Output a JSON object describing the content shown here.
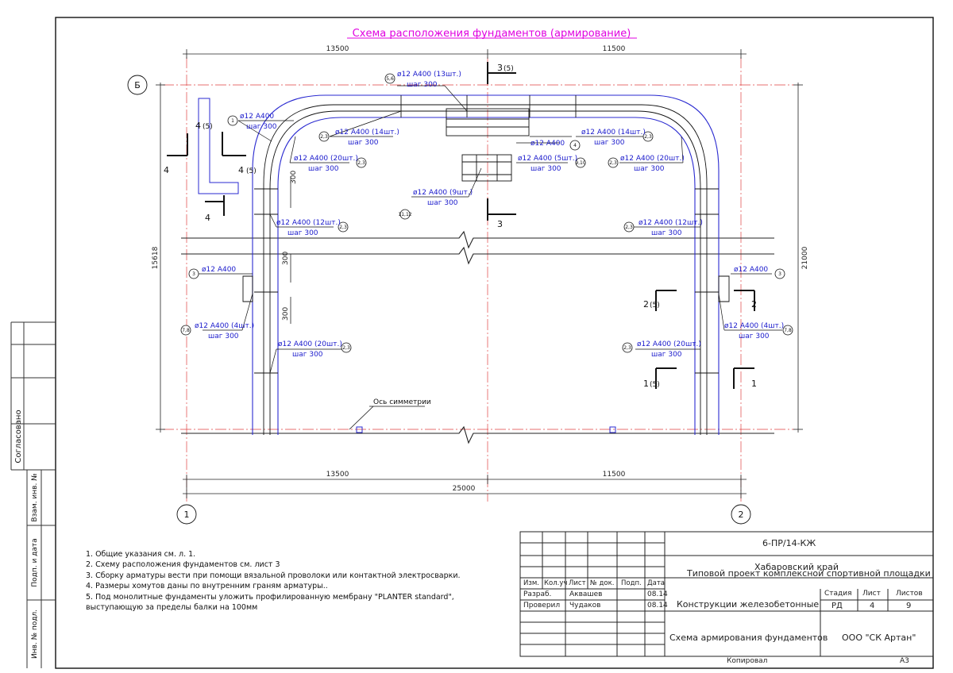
{
  "drawing": {
    "title": "Схема расположения фундаментов (армирование)",
    "axes": {
      "b": "Б",
      "one": "1",
      "two": "2"
    },
    "dims": {
      "top_left": "13500",
      "top_right": "11500",
      "bottom_left": "13500",
      "bottom_right": "11500",
      "total": "25000",
      "left_height": "15618",
      "right_height": "21000",
      "d300a": "300",
      "d300b": "300",
      "d300c": "300"
    },
    "sections": {
      "s3_top": "3",
      "s3_top_ref": "(5)",
      "s3_mid": "3",
      "s4_top": "4",
      "s4_top_ref": "(5)",
      "s4_left": "4",
      "s4_right": "4",
      "s4_right_ref": "(5)",
      "s4_bottom": "4",
      "s2_left": "2",
      "s2_left_ref": "(5)",
      "s2_right": "2",
      "s1_left": "1",
      "s1_left_ref": "(5)",
      "s1_right": "1"
    },
    "labels": {
      "l1": "ø12 А400",
      "l1s": "шаг 300",
      "l1m": "1",
      "l2": "ø12 А400 (14шт.)",
      "l2s": "шаг 300",
      "l2m": "2,3",
      "l3": "ø12 А400 (20шт.)",
      "l3s": "шаг 300",
      "l3m": "2,3",
      "l4": "ø12 А400 (13шт.)",
      "l4s": "шаг 300",
      "l4m": "5,6",
      "l5": "ø12 А400 (14шт.)",
      "l5s": "шаг 300",
      "l5m": "2,3",
      "l6": "ø12 А400",
      "l6m": "4",
      "l7": "ø12 А400 (5шт.)",
      "l7s": "шаг 300",
      "l7m": "9,10",
      "l8": "ø12 А400 (20шт.)",
      "l8s": "шаг 300",
      "l8m": "2,3",
      "l9": "ø12 А400 (9шт.)",
      "l9s": "шаг 300",
      "l10m": "11,12",
      "l11": "ø12 А400 (12шт.)",
      "l11s": "шаг 300",
      "l11m": "2,3",
      "l12": "ø12 А400 (12шт.)",
      "l12s": "шаг 300",
      "l12m": "2,3",
      "l13": "ø12 А400",
      "l13m": "3",
      "l14": "ø12 А400",
      "l14m": "3",
      "l15": "ø12 А400 (4шт.)",
      "l15s": "шаг 300",
      "l15m": "7,8",
      "l16": "ø12 А400 (4шт.)",
      "l16s": "шаг 300",
      "l16m": "7,8",
      "l17": "ø12 А400 (20шт.)",
      "l17s": "шаг 300",
      "l17m": "2,3",
      "l18": "ø12 А400 (20шт.)",
      "l18s": "шаг 300",
      "l18m": "2,3",
      "sym": "Ось симметрии"
    }
  },
  "notes": [
    "1. Общие указания см. л. 1.",
    "2. Схему расположения фундаментов  см. лист 3",
    "3. Сборку арматуры вести при помощи вязальной проволоки или контактной электросварки.",
    "4. Размеры хомутов даны по внутренним граням арматуры..",
    "5. Под монолитные фундаменты уложить профилированную мембрану \"PLANTER standard\",",
    "    выступающую за пределы балки на 100мм"
  ],
  "sidebar": {
    "agreed": "Согласовано",
    "vzam": "Взам. инв. №",
    "podp": "Подп. и дата",
    "inv": "Инв. № подл."
  },
  "stamp": {
    "code": "6-ПР/14-КЖ",
    "project_line1": "Хабаровский край",
    "project_line2": "Типовой проект комплексной спортивной площадки",
    "hdr": {
      "izm": "Изм.",
      "kol": "Кол.уч",
      "list": "Лист",
      "ndok": "№ док.",
      "podp": "Подп.",
      "data": "Дата"
    },
    "row1": {
      "role": "Разраб.",
      "name": "Аквашев",
      "date": "08.14"
    },
    "row2": {
      "role": "Проверил",
      "name": "Чудаков",
      "date": "08.14"
    },
    "section_title": "Конструкции железобетонные",
    "stage_hdr": "Стадия",
    "sheet_hdr": "Лист",
    "sheets_hdr": "Листов",
    "stage": "РД",
    "sheet": "4",
    "sheets": "9",
    "drawing_title": "Схема армирования фундаментов",
    "company": "ООО \"СК Артан\"",
    "copied": "Копировал",
    "format": "А3"
  }
}
